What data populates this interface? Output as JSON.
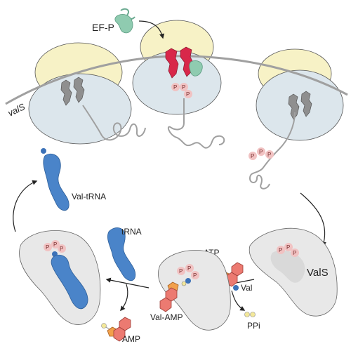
{
  "labels": {
    "gene": "valS",
    "factor": "EF-P",
    "product_trna": "Val-tRNA",
    "trna": "tRNA",
    "atp": "ATP",
    "enzyme": "ValS",
    "amino_acid": "Val",
    "ppi": "PPi",
    "intermediate": "Val-AMP",
    "amp": "AMP",
    "phosphate": "P"
  },
  "colors": {
    "small_subunit": "#dce6ec",
    "large_subunit": "#f7f2c6",
    "mrna": "#a9a9a9",
    "tRNA_gray": "#8f8f8f",
    "trna_stalled": "#d8274a",
    "efp": "#8fcbb0",
    "phosphate": "#f1c2c2",
    "enzyme": "#e8e8e8",
    "trna_blue": "#4a84c9",
    "ring": "#ec7a71",
    "pentagon": "#f2a04b",
    "valine_dot": "#f3e89a",
    "val_blue": "#3c72b8"
  },
  "icons": [
    "arrow-icon",
    "ribosome-icon",
    "trna-icon",
    "enzyme-icon"
  ]
}
